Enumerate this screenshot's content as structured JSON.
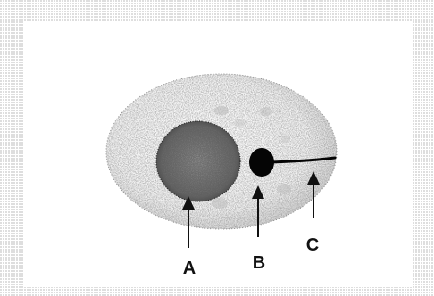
{
  "labels": {
    "a": "A",
    "b": "B",
    "c": "C"
  },
  "colors": {
    "stipple": "#555555",
    "ink": "#111111",
    "paper": "#ffffff",
    "border": "#9a9a9a"
  }
}
